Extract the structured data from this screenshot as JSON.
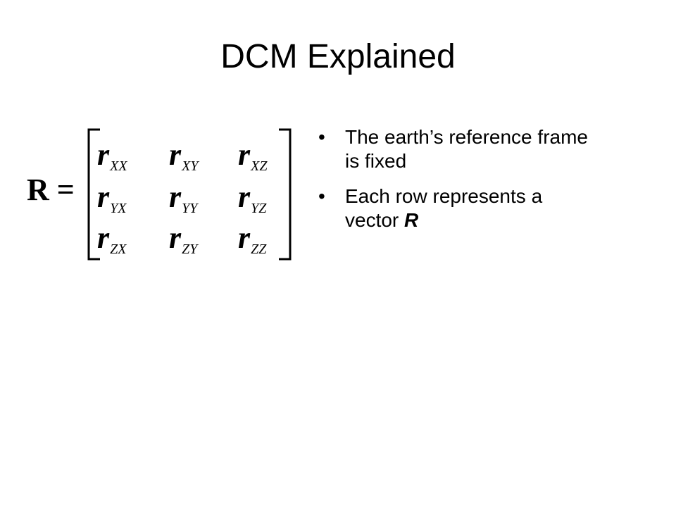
{
  "slide": {
    "title": "DCM Explained",
    "equation": {
      "lhs": "R",
      "equals": "=",
      "rows": [
        [
          {
            "base": "r",
            "sub": "XX"
          },
          {
            "base": "r",
            "sub": "XY"
          },
          {
            "base": "r",
            "sub": "XZ"
          }
        ],
        [
          {
            "base": "r",
            "sub": "YX"
          },
          {
            "base": "r",
            "sub": "YY"
          },
          {
            "base": "r",
            "sub": "YZ"
          }
        ],
        [
          {
            "base": "r",
            "sub": "ZX"
          },
          {
            "base": "r",
            "sub": "ZY"
          },
          {
            "base": "r",
            "sub": "ZZ"
          }
        ]
      ]
    },
    "bullets": [
      {
        "marker": "•",
        "text": "The earth’s reference frame is fixed",
        "emphasis": ""
      },
      {
        "marker": "•",
        "text": "Each row represents a vector ",
        "emphasis": "R"
      }
    ]
  }
}
